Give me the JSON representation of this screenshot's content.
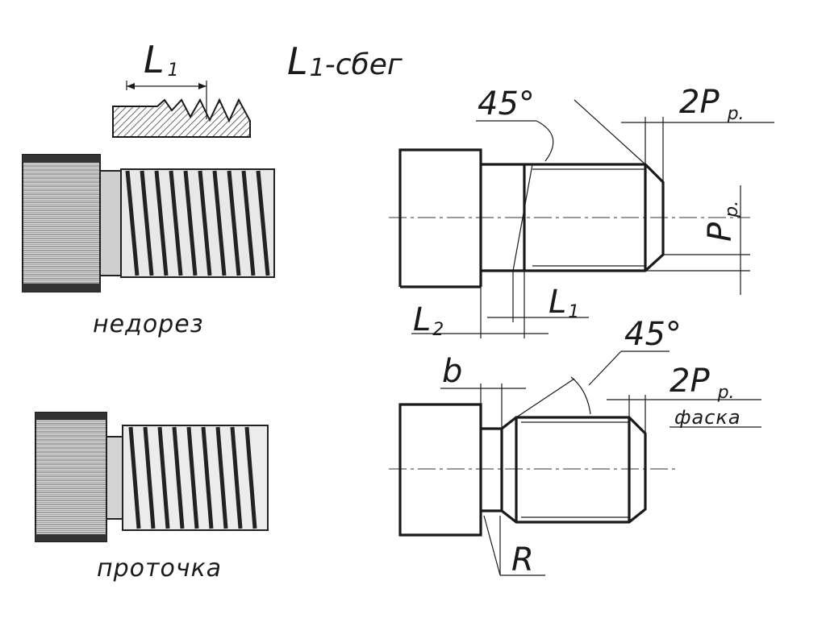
{
  "top_left": {
    "dim_label": "L",
    "dim_sub": "1",
    "title_main": "L",
    "title_sub": "1",
    "title_rest": "-сбег"
  },
  "photo_captions": {
    "top": "недорез",
    "bottom": "проточка"
  },
  "drawing_top": {
    "angle": "45°",
    "chamfer_main": "2P",
    "chamfer_sub": "р.",
    "pitch_main": "P",
    "pitch_sub": "р.",
    "l2_main": "L",
    "l2_sub": "2",
    "l1_main": "L",
    "l1_sub": "1"
  },
  "drawing_bottom": {
    "b_label": "b",
    "angle": "45°",
    "chamfer_main": "2P",
    "chamfer_sub": "р.",
    "chamfer_note": "фаска",
    "radius": "R"
  },
  "colors": {
    "ink": "#1a1a1a",
    "paper": "#ffffff"
  }
}
